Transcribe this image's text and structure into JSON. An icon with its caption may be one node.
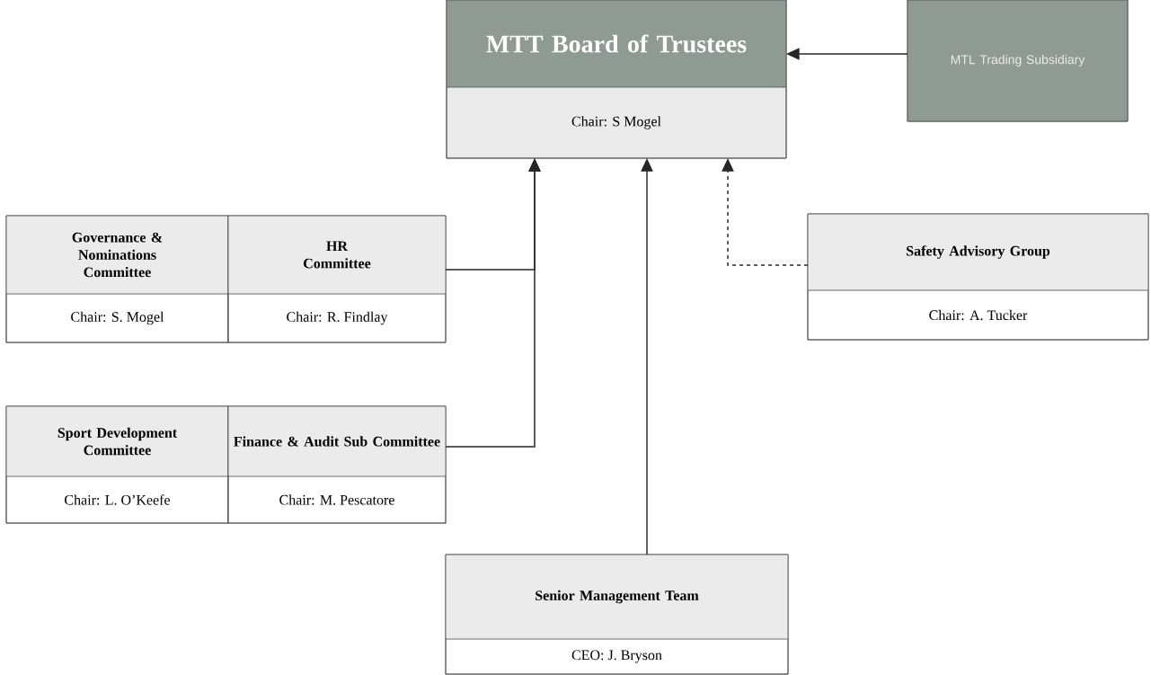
{
  "diagram": {
    "nodes": [
      {
        "text": [
          "MTT Board of Trustees",
          "Chair: S Mogel"
        ]
      },
      {
        "text": [
          "MTL Trading Subsidiary"
        ]
      },
      {
        "text": [
          "Governance & Nominations Committee",
          "Chair: S. Mogel"
        ]
      },
      {
        "text": [
          "HR Committee",
          "Chair: R. Findlay"
        ]
      },
      {
        "text": [
          "Sport Development Committee",
          "Chair: L. O’Keefe"
        ]
      },
      {
        "text": [
          "Finance & Audit Sub Committee",
          "Chair: M. Pescatore"
        ]
      },
      {
        "text": [
          "Safety Advisory Group",
          "Chair: A. Tucker"
        ]
      },
      {
        "text": [
          "Senior Management Team",
          "CEO: J. Bryson"
        ]
      }
    ],
    "edges": [
      {
        "from": 1,
        "to": 0,
        "arrow": "to"
      },
      {
        "from": 3,
        "to": 0,
        "arrow": "to"
      },
      {
        "from": 5,
        "to": 0,
        "arrow": "to"
      },
      {
        "from": 7,
        "to": 0,
        "arrow": "to"
      },
      {
        "from": 6,
        "to": 0,
        "arrow": "to",
        "style": "dashed"
      }
    ]
  }
}
